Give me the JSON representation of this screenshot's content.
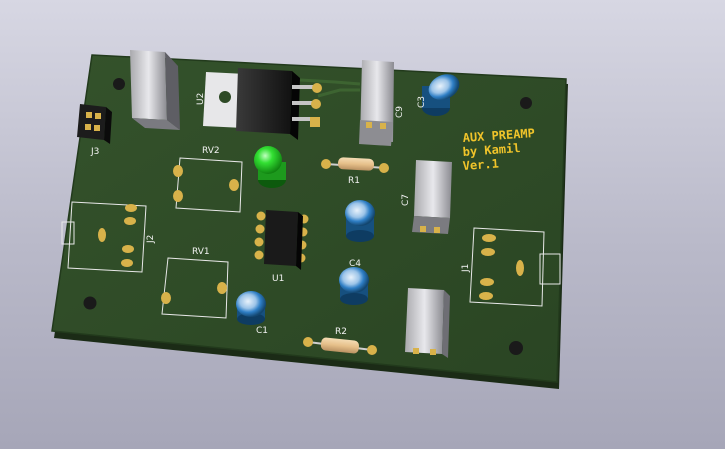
{
  "board": {
    "title_lines": [
      "AUX PREAMP",
      "by Kamil",
      "Ver.1"
    ],
    "colors": {
      "board": "#2e4a26",
      "board_edge": "#1f3219",
      "silkscreen": "#f2f2f2",
      "title": "#f0c42a",
      "background": "#c4c4d2",
      "pad": "#d8b24a",
      "capacitor": "#1f6aa8",
      "led": "#2fd02f"
    },
    "labels": {
      "j3": "J3",
      "u2": "U2",
      "c9": "C9",
      "c3": "C3",
      "rv2": "RV2",
      "r1": "R1",
      "c7": "C7",
      "j2": "J2",
      "j1": "J1",
      "rv1": "RV1",
      "u1": "U1",
      "c4": "C4",
      "c1": "C1",
      "r2": "R2"
    }
  }
}
